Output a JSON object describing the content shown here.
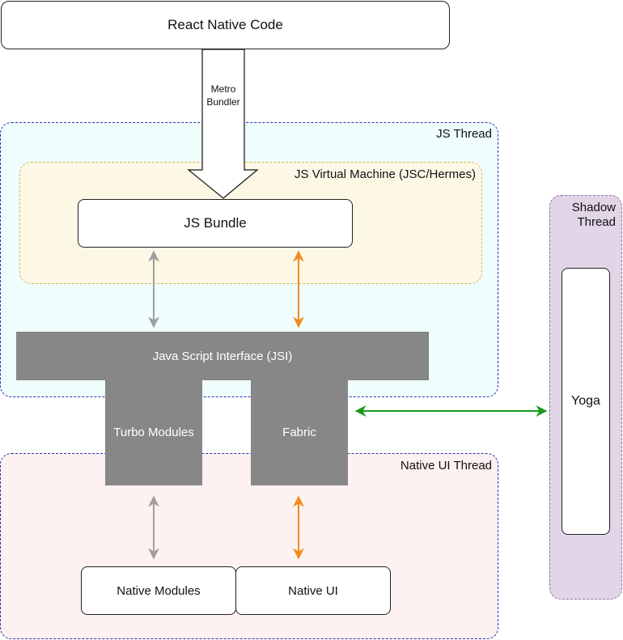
{
  "nodes": {
    "react_native_code": "React Native Code",
    "metro_bundler_line1": "Metro",
    "metro_bundler_line2": "Bundler",
    "js_bundle": "JS Bundle",
    "jsi": "Java Script Interface (JSI)",
    "turbo_modules": "Turbo Modules",
    "fabric": "Fabric",
    "native_modules": "Native Modules",
    "native_ui": "Native UI",
    "yoga": "Yoga"
  },
  "regions": {
    "js_thread": "JS Thread",
    "js_vm": "JS Virtual Machine (JSC/Hermes)",
    "native_ui_thread": "Native UI Thread",
    "shadow_thread_line1": "Shadow",
    "shadow_thread_line2": "Thread"
  },
  "colors": {
    "js_thread_fill": "#effdfd",
    "js_thread_border": "#2b2bb8",
    "js_vm_fill": "#fdf8e6",
    "js_vm_border": "#d6b656",
    "native_thread_fill": "#fdf1f1",
    "native_thread_border": "#2b2bb8",
    "shadow_thread_fill": "#e1d5e7",
    "shadow_thread_border": "#9673a6",
    "grey_block": "#878787",
    "arrow_grey": "#9e9e9e",
    "arrow_orange": "#f28a1c",
    "arrow_green": "#1a9a1a"
  }
}
